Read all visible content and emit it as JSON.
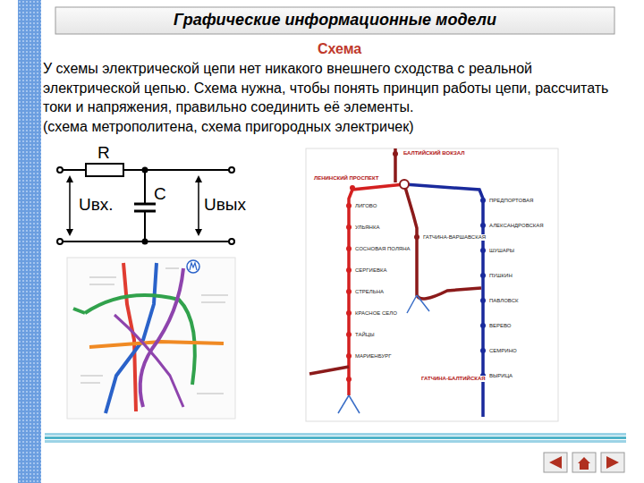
{
  "diagram": {
    "title": "Графические информационные модели",
    "labels": [
      "Схема",
      "У схемы электрической цепи нет никакого внешнего сходства с реальной электрической цепью. Схема нужна, чтобы понять принцип работы цепи, рассчитать токи и напряжения, правильно соединить её элементы.",
      "(схема метрополитена, схема пригородных электричек)",
      "R",
      "Uвх.",
      "C",
      "Uвых",
      "БАЛТИЙСКИЙ ВОКЗАЛ",
      "ЛЕНИНСКИЙ ПРОСПЕКТ",
      "ЛИГОВО",
      "УЛЬЯНКА",
      "СОСНОВАЯ ПОЛЯНА",
      "СЕРГИЕВКА",
      "СТРЕЛЬНА",
      "КРАСНОЕ СЕЛО",
      "ТАЙЦЫ",
      "МАРИЕНБУРГ",
      "ПРЕДПОРТОВАЯ",
      "АЛЕКСАНДРОВСКАЯ",
      "ШУШАРЫ",
      "ПУШКИН",
      "ПАВЛОВСК",
      "ВЕРЕВО",
      "СЕМРИНО",
      "ВЫРИЦА",
      "ГАТЧИНА-ВАРШАВСКАЯ",
      "ГАТЧИНА-БАЛТИЙСКАЯ"
    ]
  }
}
